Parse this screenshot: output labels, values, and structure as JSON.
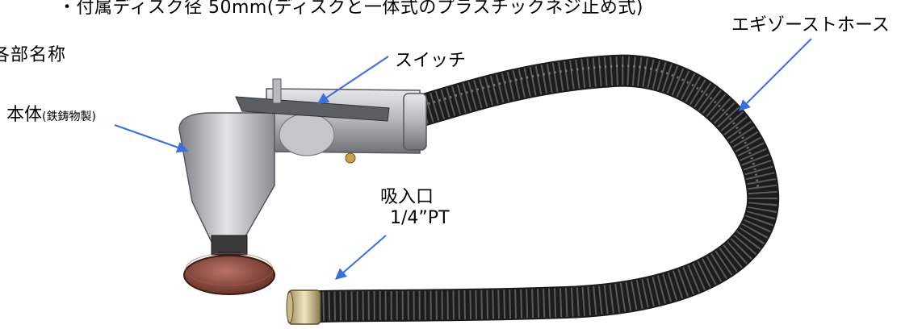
{
  "top_note": "・付属ディスク径 50mm(ディスクと一体式のプラスチックネジ止め式)",
  "parts_heading": "各部名称",
  "labels": {
    "switch": "スイッチ",
    "exhaust_hose": "エギゾーストホース",
    "body": "本体",
    "body_note": "(鉄鋳物製)",
    "inlet": "吸入口",
    "inlet_size": "1/4”PT"
  },
  "colors": {
    "arrow": "#3a6fe0",
    "hose": "#2a2a2a",
    "body_metal": "#a9acae",
    "disc": "#8a4a3a"
  }
}
